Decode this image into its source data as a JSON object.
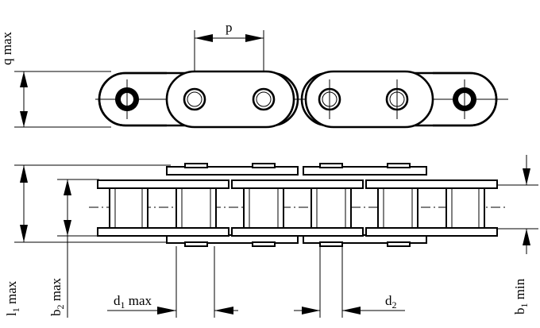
{
  "diagram": {
    "labels": {
      "pitch": "p",
      "q_max": "q max",
      "l1_max": "l",
      "l1_sub": "1",
      "l1_suffix": " max",
      "b2_max": "b",
      "b2_sub": "2",
      "b2_suffix": " max",
      "b1_min": "b",
      "b1_sub": "1",
      "b1_suffix": " min",
      "d1_max": "d",
      "d1_sub": "1",
      "d1_suffix": " max",
      "d2": "d",
      "d2_sub": "2"
    },
    "colors": {
      "line": "#000000",
      "background": "#ffffff"
    }
  }
}
